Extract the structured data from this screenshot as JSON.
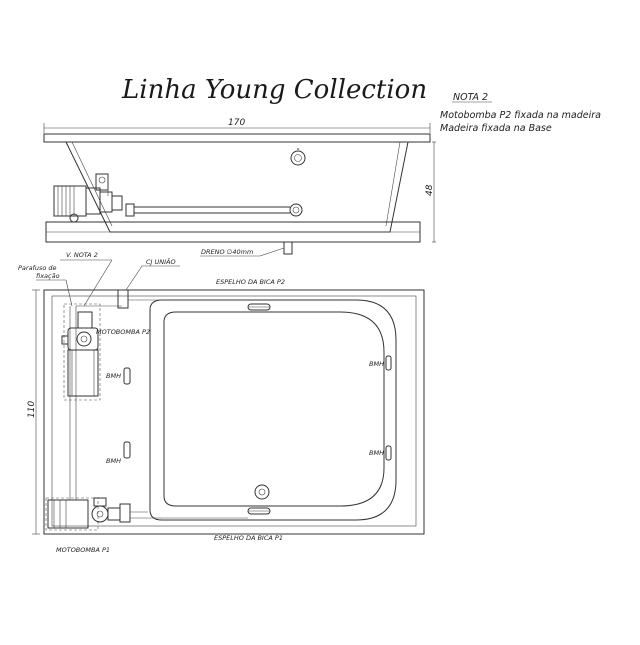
{
  "title": "Linha Young Collection",
  "nota": {
    "label": "NOTA 2",
    "line1": "Motobomba P2 fixada na madeira",
    "line2": "Madeira fixada na Base"
  },
  "dimensions": {
    "length": "170",
    "height": "48",
    "width": "110"
  },
  "labels": {
    "dreno": "DRENO ∅40mm",
    "v_nota": "V. NOTA 2",
    "cj_uniao": "CJ UNIÃO",
    "parafuso_line1": "Parafuso de",
    "parafuso_line2": "fixação",
    "motobomba_p2": "MOTOBOMBA P2",
    "motobomba_p1": "MOTOBOMBA P1",
    "espelho_p2": "ESPELHO DA BICA P2",
    "espelho_p1": "ESPELHO DA BICA P1",
    "bmh": "BMH"
  }
}
